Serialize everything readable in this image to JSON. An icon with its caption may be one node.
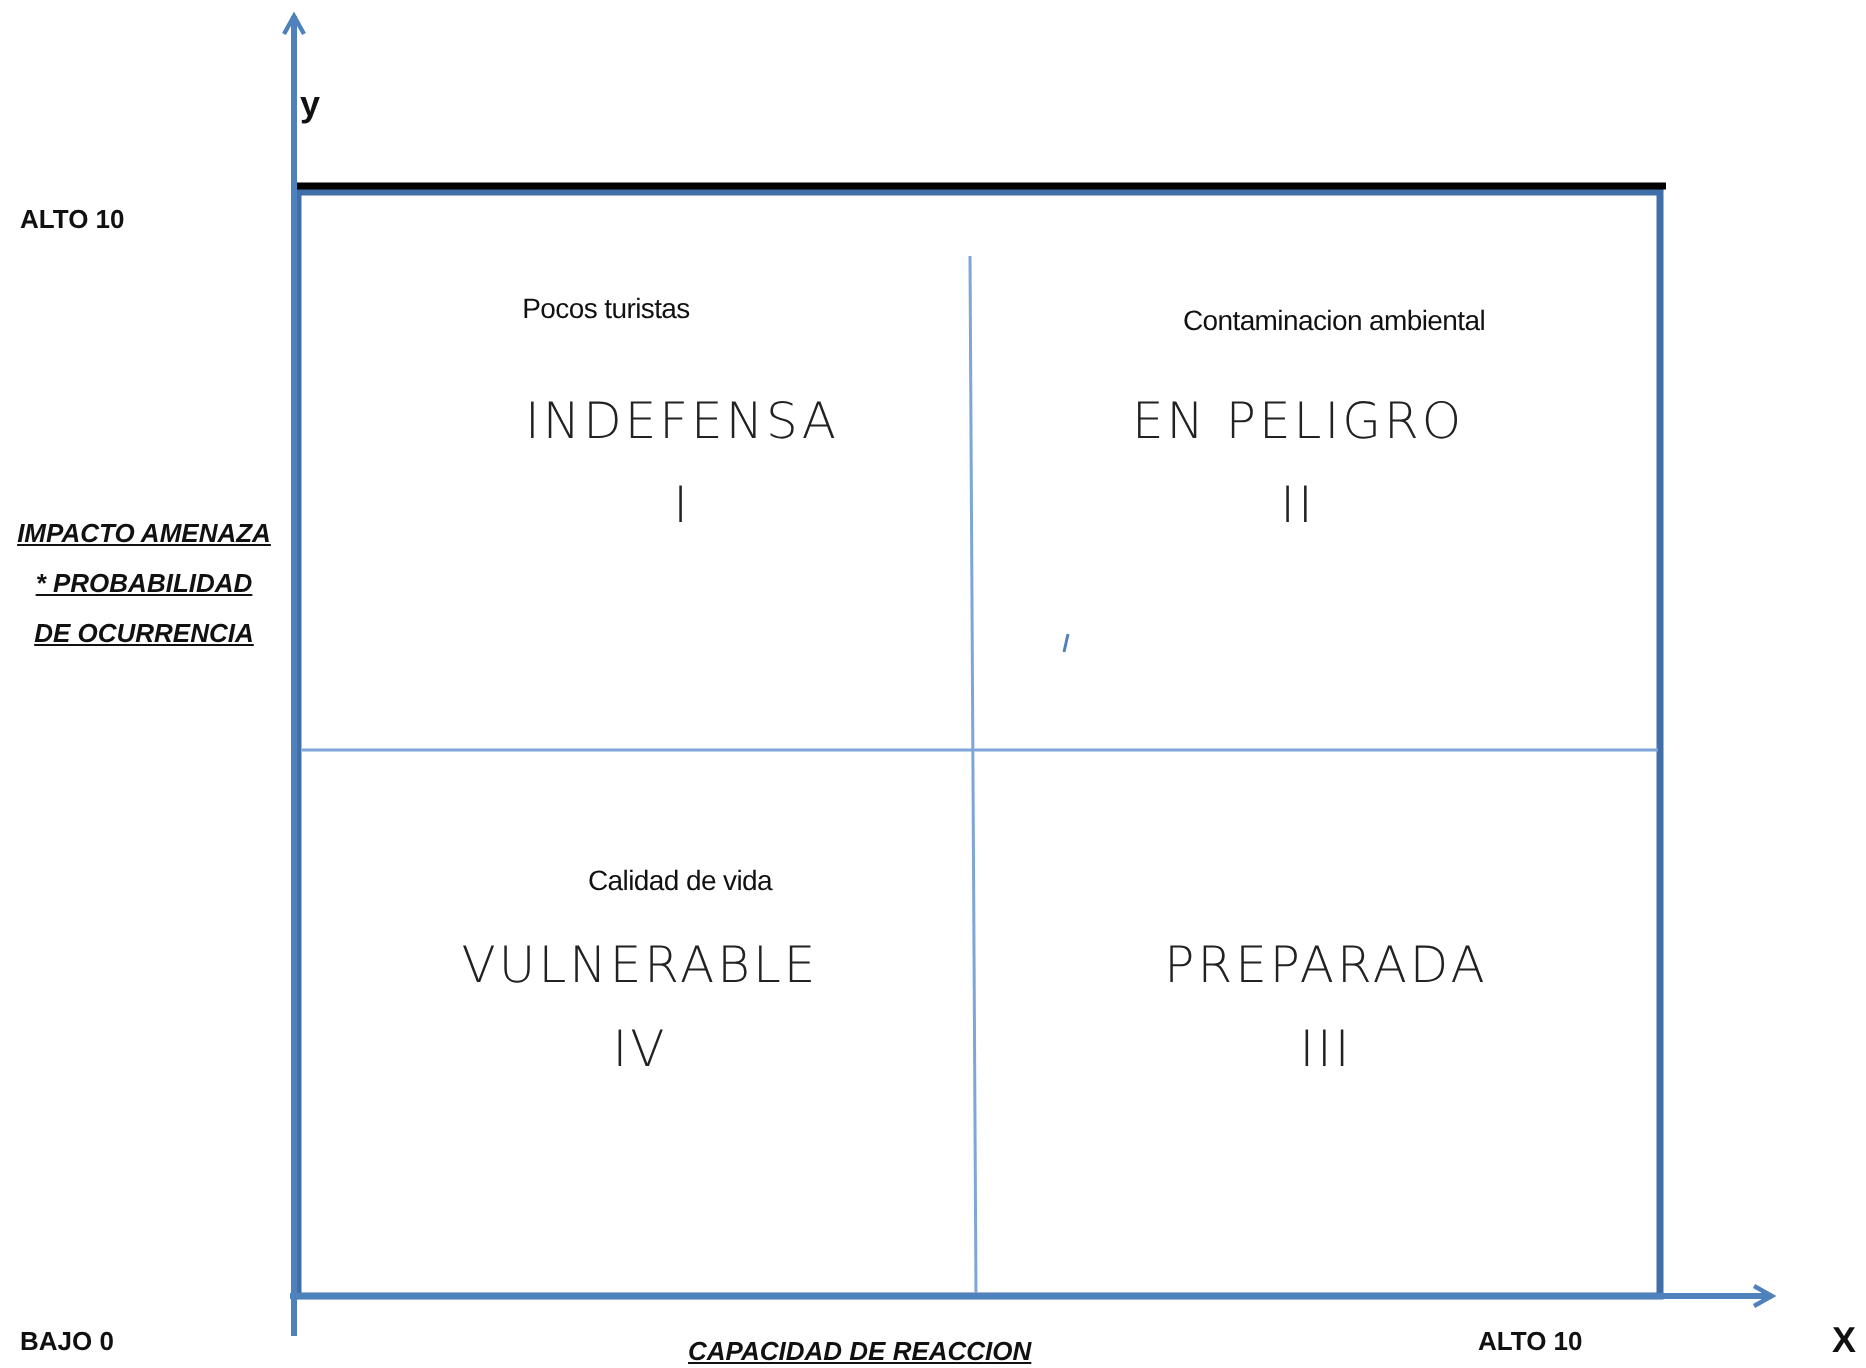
{
  "diagram": {
    "nodes": [
      {
        "text": [
          "Pocos turistas",
          "INDEFENSA",
          "I"
        ]
      },
      {
        "text": [
          "Contaminacion ambiental",
          "EN PELIGRO",
          "II"
        ]
      },
      {
        "text": [
          "Calidad de vida",
          "VULNERABLE",
          "IV"
        ]
      },
      {
        "text": [
          "PREPARADA",
          "III"
        ]
      }
    ],
    "labels": [
      "y",
      "ALTO 10",
      "IMPACTO AMENAZA * PROBABILIDAD DE OCURRENCIA",
      "X",
      "BAJO 0",
      "CAPACIDAD DE REACCION",
      "ALTO 10"
    ]
  }
}
